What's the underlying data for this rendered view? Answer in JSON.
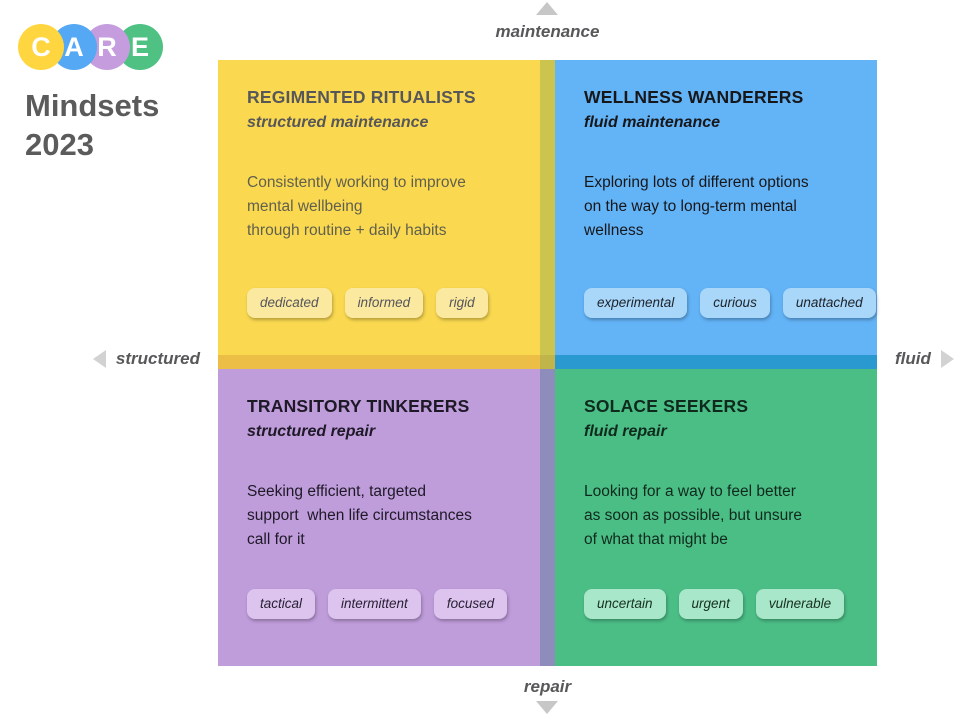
{
  "logo": {
    "letters": [
      "C",
      "A",
      "R",
      "E"
    ],
    "circle_colors": [
      "#FFD640",
      "#55A8F3",
      "#C59DDE",
      "#4EC183"
    ]
  },
  "page_title": "Mindsets\n2023",
  "axes": {
    "top": "maintenance",
    "bottom": "repair",
    "left": "structured",
    "right": "fluid",
    "arrow_color": "#C7C7C7",
    "label_color": "#58585A"
  },
  "quadrants": [
    {
      "title": "REGIMENTED RITUALISTS",
      "subtitle": "structured maintenance",
      "body": "Consistently working to improve\nmental wellbeing\nthrough routine + daily habits",
      "tags": [
        "dedicated",
        "informed",
        "rigid"
      ],
      "background": "#FAD950",
      "tag_background": "#FBE9A0"
    },
    {
      "title": "WELLNESS WANDERERS",
      "subtitle": "fluid maintenance",
      "body": "Exploring lots of different options\non the way to long-term mental\nwellness",
      "tags": [
        "experimental",
        "curious",
        "unattached"
      ],
      "background": "#63B3F7",
      "tag_background": "#A8D7F9"
    },
    {
      "title": "TRANSITORY TINKERERS",
      "subtitle": "structured repair",
      "body": "Seeking efficient, targeted\nsupport  when life circumstances\ncall for it",
      "tags": [
        "tactical",
        "intermittent",
        "focused"
      ],
      "background": "#BF9CDA",
      "tag_background": "#DCC4EF"
    },
    {
      "title": "SOLACE SEEKERS",
      "subtitle": "fluid repair",
      "body": "Looking for a way to feel better\nas soon as possible, but unsure\nof what that might be",
      "tags": [
        "uncertain",
        "urgent",
        "vulnerable"
      ],
      "background": "#4BBE86",
      "tag_background": "#A8E7C9"
    }
  ],
  "divider_colors": {
    "between_top_quadrants": "#CBC550",
    "between_bottom_quadrants": "#8D8CBB",
    "below_yellow": "#EDBE45",
    "center_corner": "#C1B44A",
    "below_blue": "#2A99CF"
  }
}
